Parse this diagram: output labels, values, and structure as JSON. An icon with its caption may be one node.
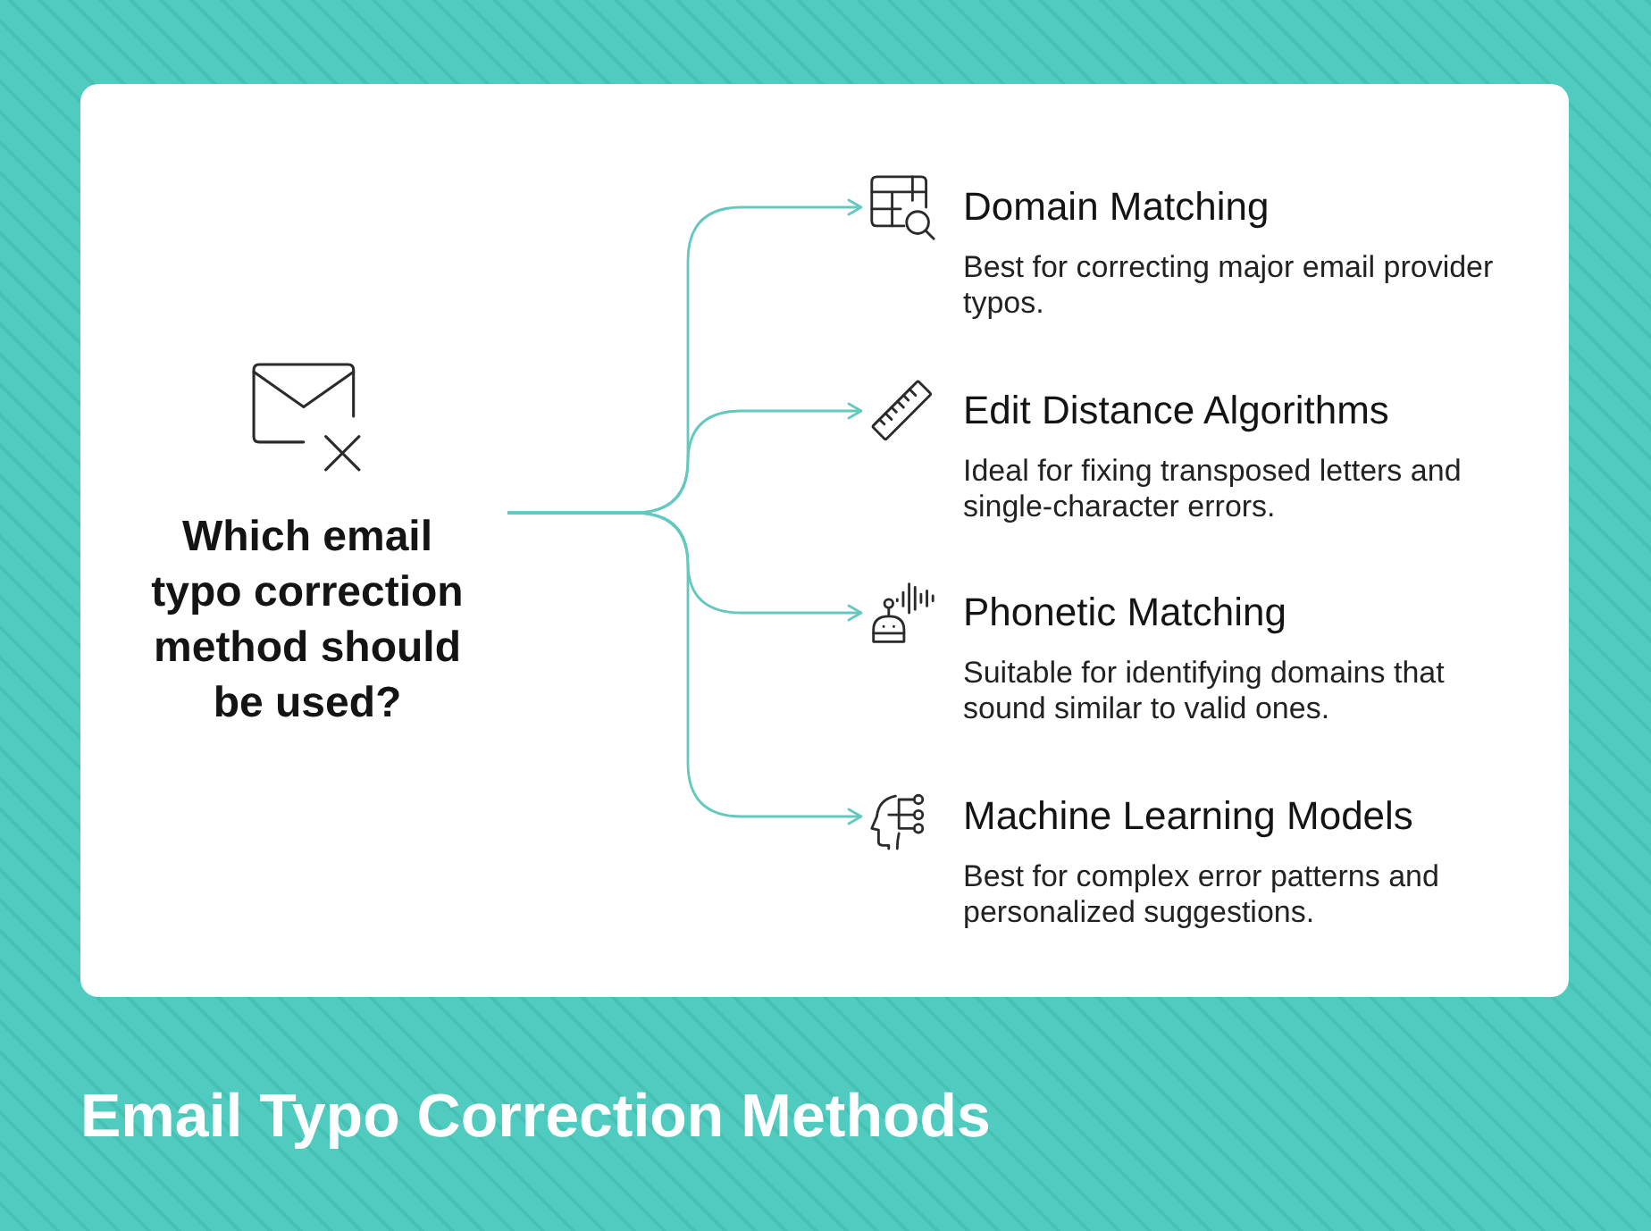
{
  "diagram": {
    "title": "Email Typo Correction Methods",
    "nodes": [
      {
        "text": [
          "Which email typo correction method should be used?"
        ]
      },
      {
        "text": [
          "Domain Matching",
          "Best for correcting major email provider typos."
        ]
      },
      {
        "text": [
          "Edit Distance Algorithms",
          "Ideal for fixing transposed letters and single-character errors."
        ]
      },
      {
        "text": [
          "Phonetic Matching",
          "Suitable for identifying domains that sound similar to valid ones."
        ]
      },
      {
        "text": [
          "Machine Learning Models",
          "Best for complex error patterns and personalized suggestions."
        ]
      }
    ],
    "edges": [
      {
        "from": 0,
        "to": 1,
        "arrow": "to"
      },
      {
        "from": 0,
        "to": 2,
        "arrow": "to"
      },
      {
        "from": 0,
        "to": 3,
        "arrow": "to"
      },
      {
        "from": 0,
        "to": 4,
        "arrow": "to"
      }
    ]
  }
}
